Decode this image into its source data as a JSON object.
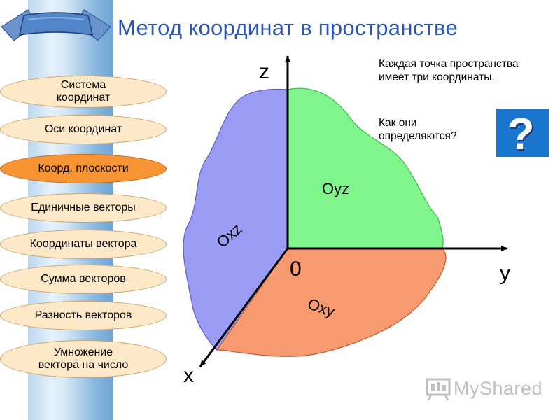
{
  "title": "Метод координат в пространстве",
  "nav": [
    {
      "label": "Система\nкоординат",
      "active": false
    },
    {
      "label": "Оси координат",
      "active": false
    },
    {
      "label": "Коорд. плоскости",
      "active": true
    },
    {
      "label": "Единичные векторы",
      "active": false
    },
    {
      "label": "Координаты вектора",
      "active": false
    },
    {
      "label": "Сумма векторов",
      "active": false
    },
    {
      "label": "Разность векторов",
      "active": false
    },
    {
      "label": "Умножение\nвектора на число",
      "active": false
    }
  ],
  "info": {
    "text1": "Каждая точка пространства имеет три координаты.",
    "text2": "Как они определяются?"
  },
  "help_button": {
    "glyph": "?",
    "icon": "question-icon"
  },
  "diagram": {
    "axis_z": "z",
    "axis_y": "y",
    "axis_x": "x",
    "origin": "0",
    "plane_yz": "Oyz",
    "plane_xz": "Oxz",
    "plane_xy": "Oxy",
    "colors": {
      "yz": "#7ff58c",
      "xz": "#9a9bf3",
      "xy": "#f79a70"
    }
  },
  "watermark": "MyShared",
  "colors": {
    "title": "#2a55b0",
    "nav_fill": "#fde8c8",
    "nav_active": "#f79535",
    "help_box": "#1a75cf"
  }
}
